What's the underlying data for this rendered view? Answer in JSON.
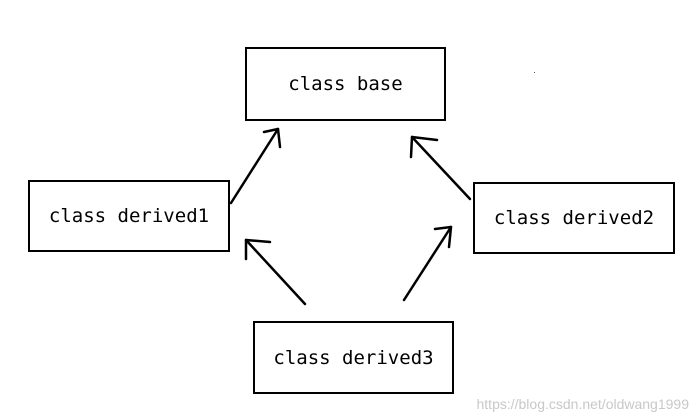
{
  "diagram": {
    "nodes": {
      "base": "class base",
      "derived1": "class derived1",
      "derived2": "class derived2",
      "derived3": "class derived3"
    },
    "edges": [
      {
        "from": "derived1",
        "to": "base"
      },
      {
        "from": "derived2",
        "to": "base"
      },
      {
        "from": "derived3",
        "to": "derived1"
      },
      {
        "from": "derived3",
        "to": "derived2"
      }
    ],
    "line_color": "#000000"
  },
  "watermark": "https://blog.csdn.net/oldwang1999"
}
